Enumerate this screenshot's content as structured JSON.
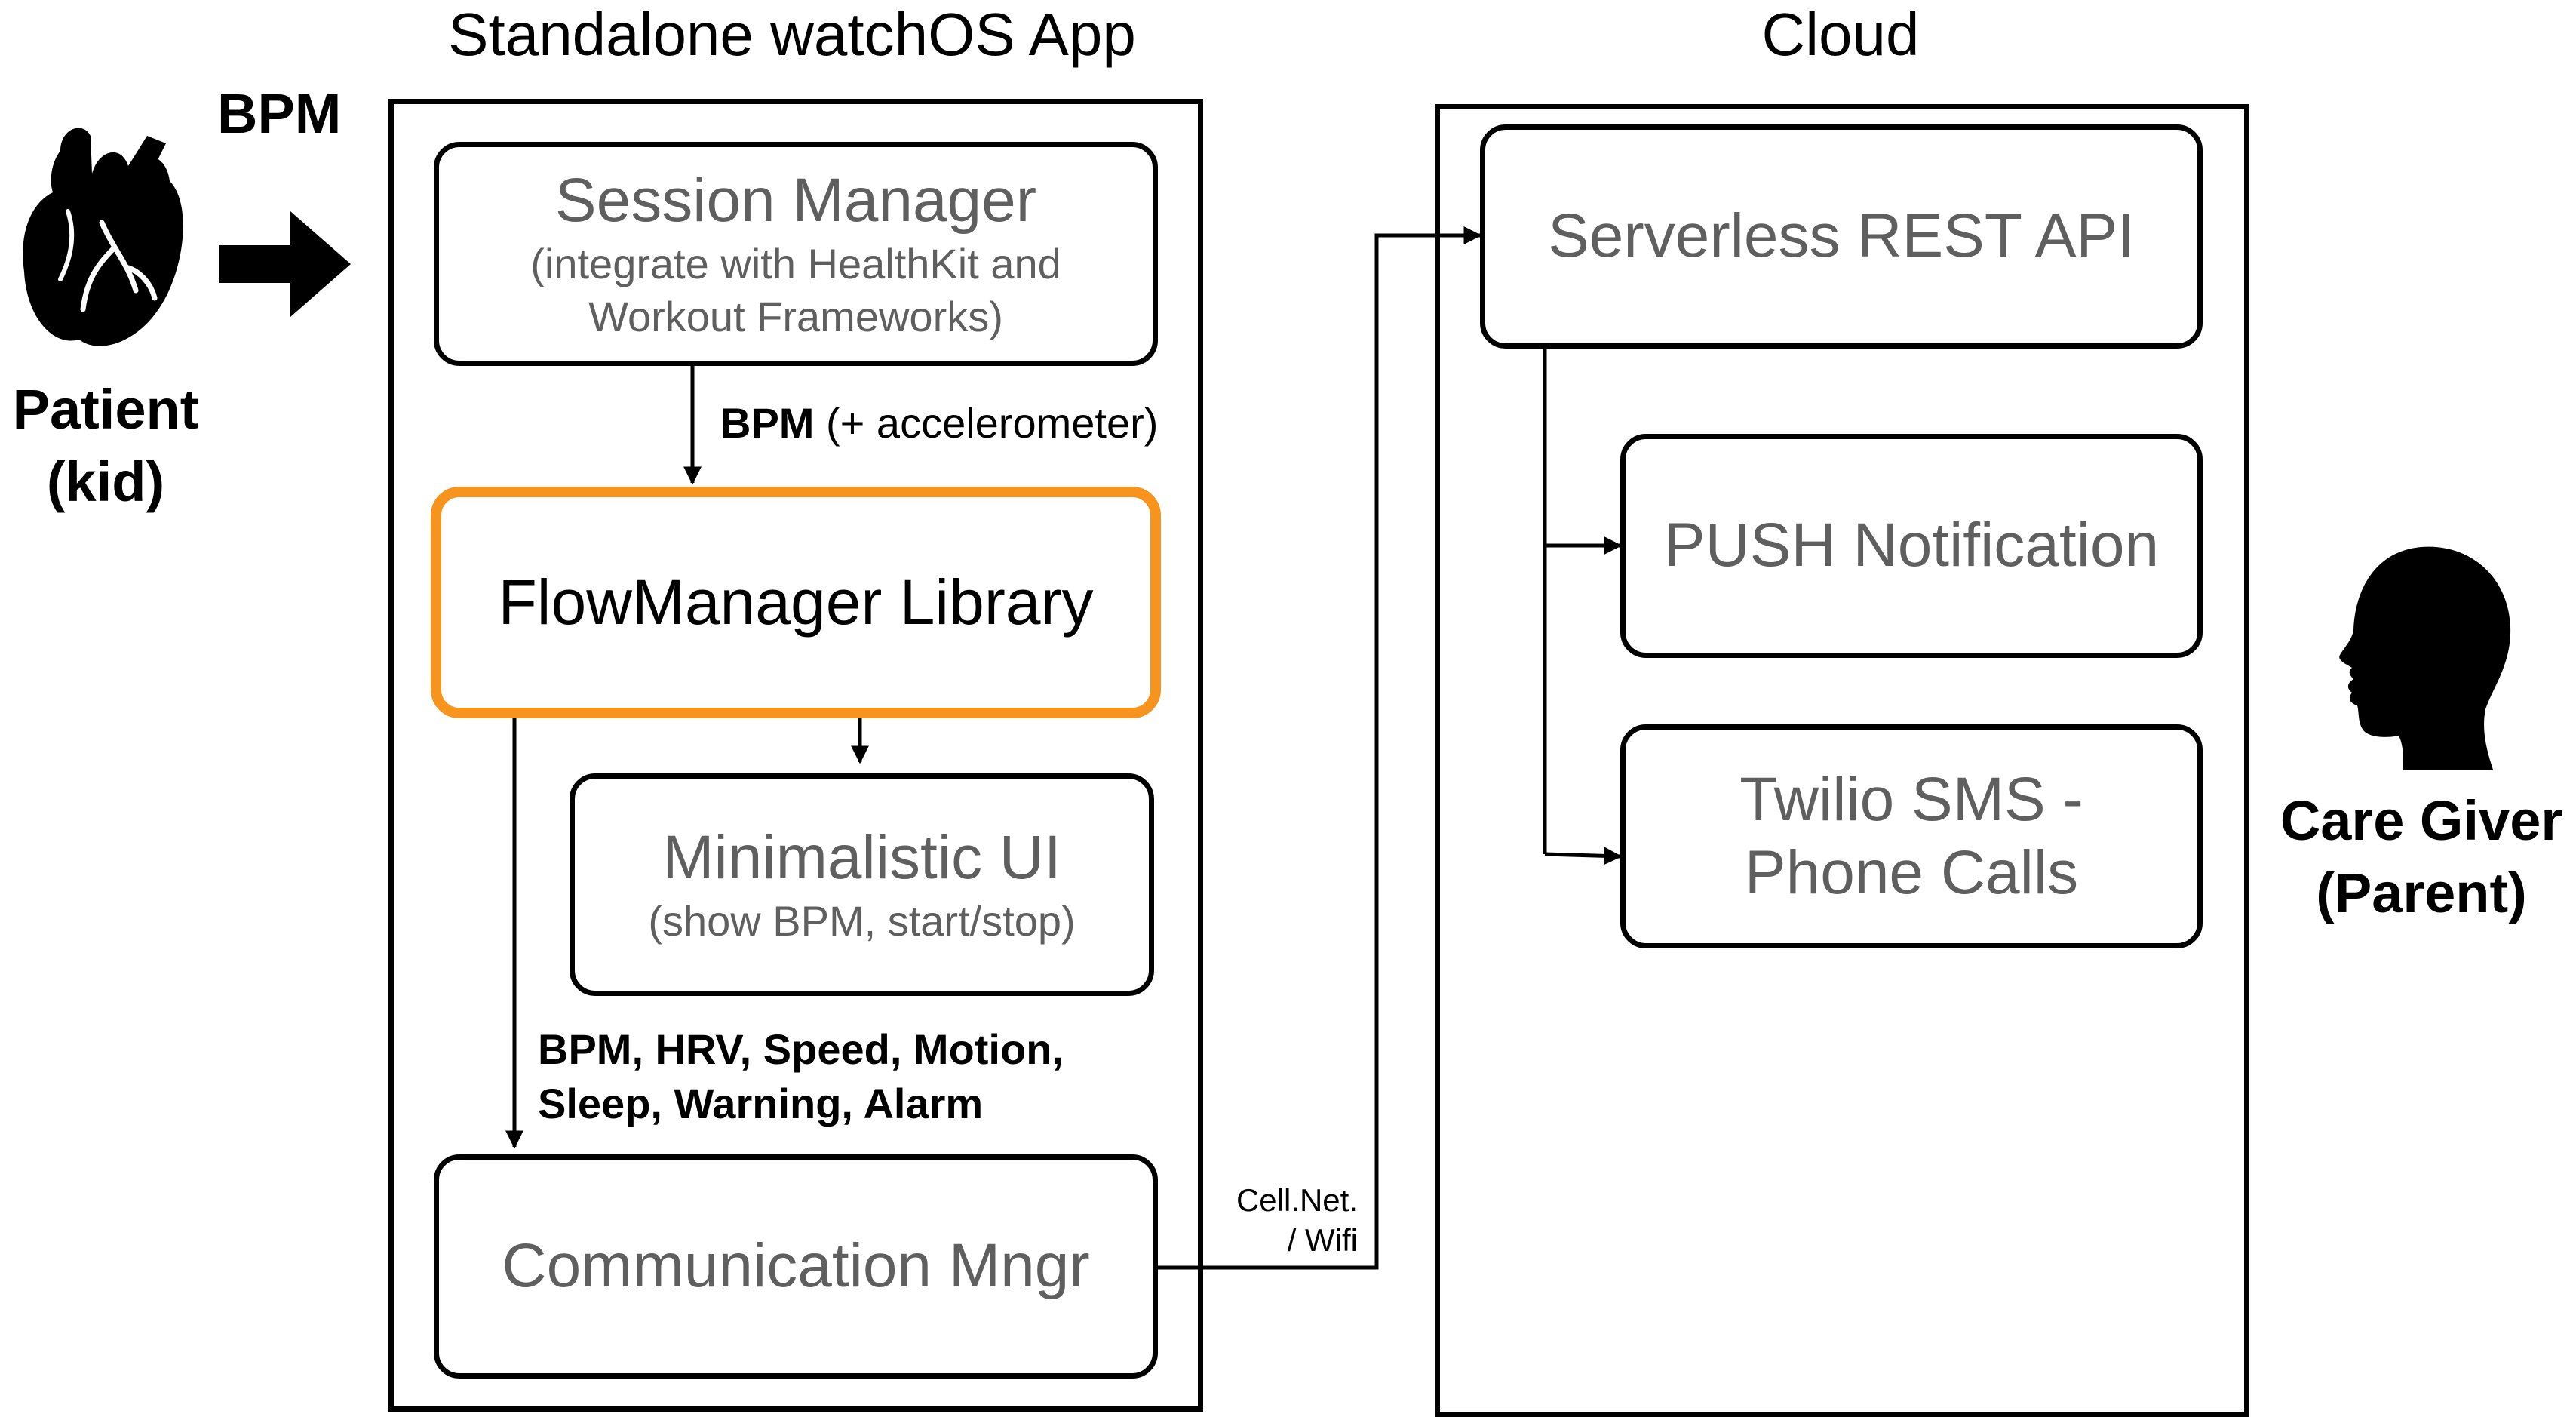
{
  "groups": {
    "watch_app": {
      "title": "Standalone watchOS App"
    },
    "cloud": {
      "title": "Cloud"
    }
  },
  "actors": {
    "patient": {
      "line1": "Patient",
      "line2": "(kid)",
      "icon": "heart-icon"
    },
    "caregiver": {
      "line1": "Care Giver",
      "line2": "(Parent)",
      "icon": "head-silhouette-icon"
    }
  },
  "input": {
    "label": "BPM",
    "icon": "arrow-right-icon"
  },
  "nodes": {
    "session_manager": {
      "title": "Session Manager",
      "subtitle_line1": "(integrate with HealthKit and",
      "subtitle_line2": "Workout Frameworks)"
    },
    "flow_manager": {
      "title": "FlowManager Library",
      "accent": "#f7941d"
    },
    "minimalistic_ui": {
      "title": "Minimalistic UI",
      "subtitle": "(show BPM, start/stop)"
    },
    "communication": {
      "title": "Communication Mngr"
    },
    "rest_api": {
      "title": "Serverless REST API"
    },
    "push": {
      "title": "PUSH Notification"
    },
    "twilio": {
      "title_line1": "Twilio SMS -",
      "title_line2": "Phone Calls"
    }
  },
  "edges": {
    "session_to_flow": {
      "bold": "BPM",
      "rest": "(+ accelerometer)"
    },
    "flow_to_comm": {
      "line1": "BPM, HRV, Speed, Motion,",
      "line2": "Sleep, Warning, Alarm"
    },
    "comm_to_api": {
      "line1": "Cell.Net.",
      "line2": "/ Wifi"
    }
  },
  "colors": {
    "accent_orange": "#f7941d",
    "box_text_gray": "#5f5f5f",
    "border_black": "#000000"
  }
}
